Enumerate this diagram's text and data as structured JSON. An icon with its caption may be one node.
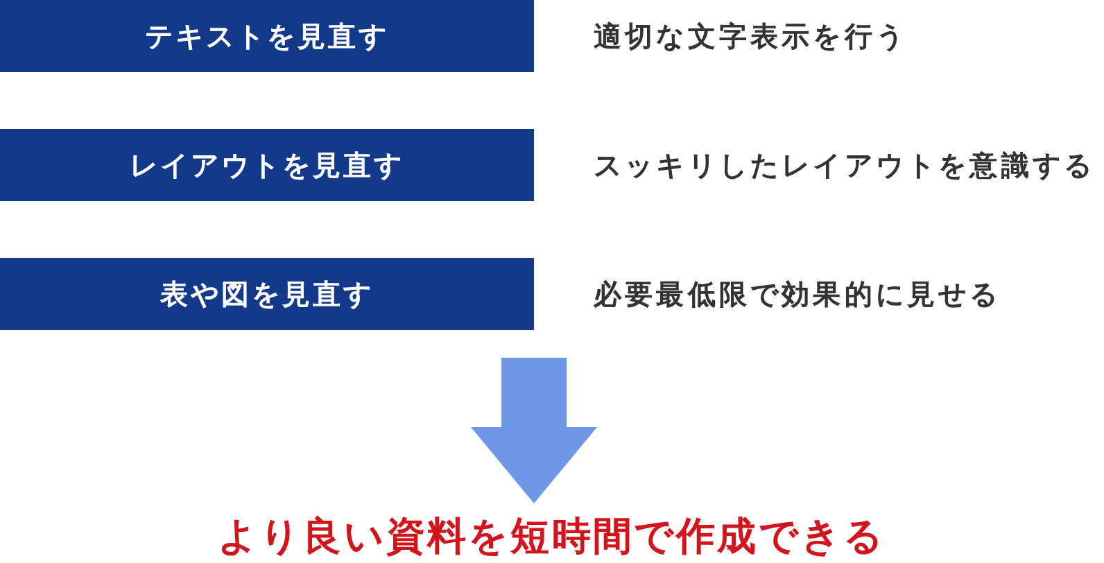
{
  "diagram": {
    "nodes": [
      {
        "text": [
          "テキストを見直す"
        ],
        "beside": [
          "適切な文字表示を行う"
        ]
      },
      {
        "text": [
          "レイアウトを見直す"
        ],
        "beside": [
          "スッキリしたレイアウトを意識する"
        ]
      },
      {
        "text": [
          "表や図を見直す"
        ],
        "beside": [
          "必要最低限で効果的に見せる"
        ]
      },
      {
        "text": [
          "より良い資料を短時間で作成できる"
        ]
      }
    ],
    "edges": [
      {
        "from": null,
        "to": 3,
        "arrow": "to"
      }
    ]
  }
}
